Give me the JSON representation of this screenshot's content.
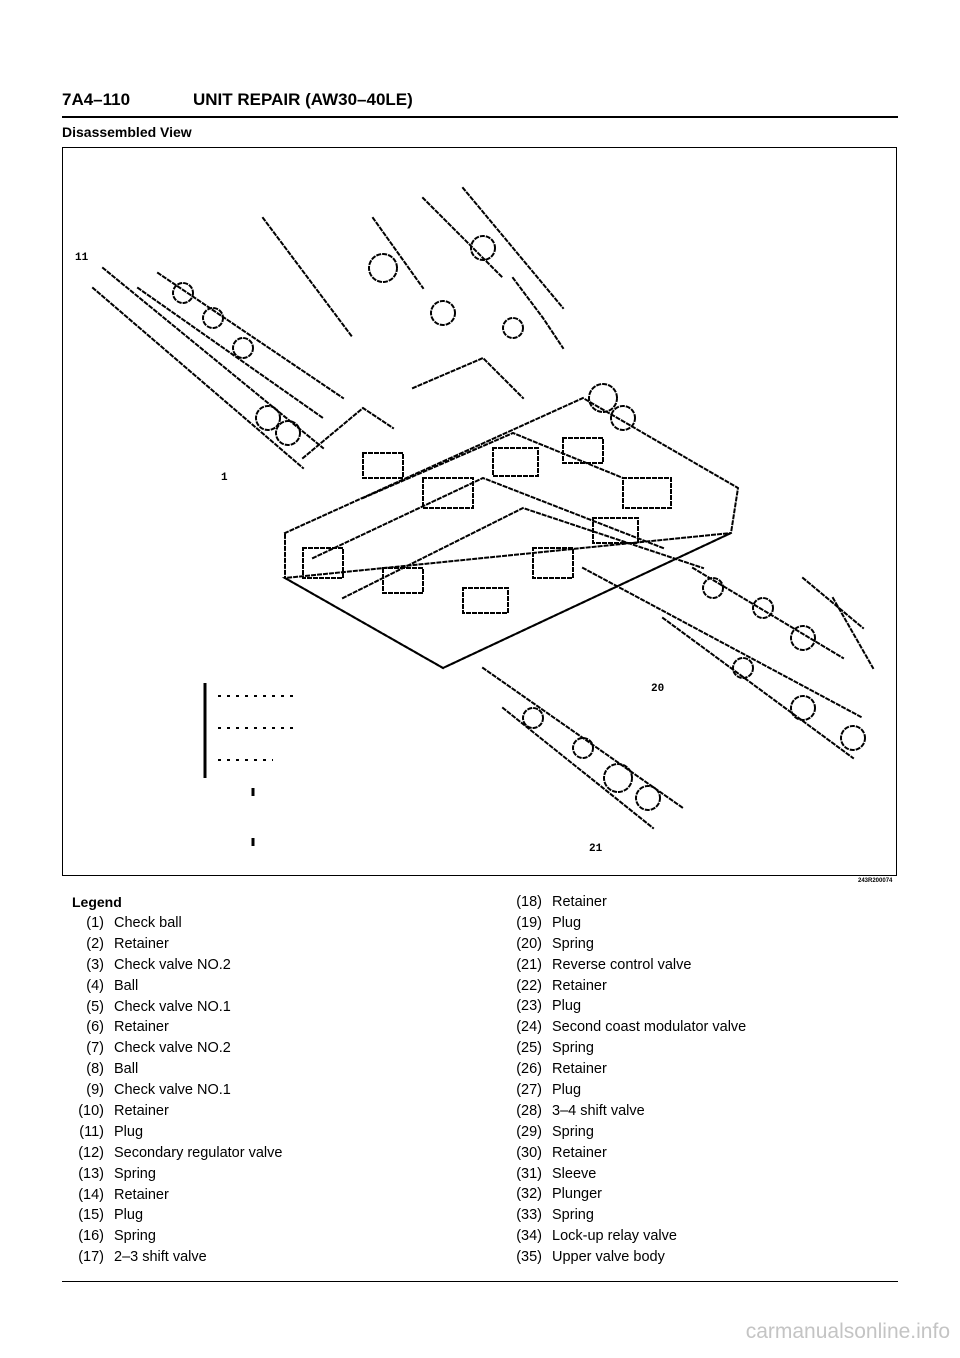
{
  "header": {
    "section_number": "7A4–110",
    "title": "UNIT REPAIR (AW30–40LE)"
  },
  "section_title": "Disassembled View",
  "figure": {
    "code": "243R200074",
    "callout_labels": [
      "1",
      "21",
      "20",
      "11"
    ]
  },
  "legend": {
    "heading": "Legend",
    "left": [
      {
        "num": "(1)",
        "text": "Check ball"
      },
      {
        "num": "(2)",
        "text": "Retainer"
      },
      {
        "num": "(3)",
        "text": "Check valve NO.2"
      },
      {
        "num": "(4)",
        "text": "Ball"
      },
      {
        "num": "(5)",
        "text": "Check valve NO.1"
      },
      {
        "num": "(6)",
        "text": "Retainer"
      },
      {
        "num": "(7)",
        "text": "Check valve NO.2"
      },
      {
        "num": "(8)",
        "text": "Ball"
      },
      {
        "num": "(9)",
        "text": "Check valve NO.1"
      },
      {
        "num": "(10)",
        "text": "Retainer"
      },
      {
        "num": "(11)",
        "text": "Plug"
      },
      {
        "num": "(12)",
        "text": "Secondary regulator valve"
      },
      {
        "num": "(13)",
        "text": "Spring"
      },
      {
        "num": "(14)",
        "text": "Retainer"
      },
      {
        "num": "(15)",
        "text": "Plug"
      },
      {
        "num": "(16)",
        "text": "Spring"
      },
      {
        "num": "(17)",
        "text": "2–3 shift valve"
      }
    ],
    "right": [
      {
        "num": "(18)",
        "text": "Retainer"
      },
      {
        "num": "(19)",
        "text": "Plug"
      },
      {
        "num": "(20)",
        "text": "Spring"
      },
      {
        "num": "(21)",
        "text": "Reverse control valve"
      },
      {
        "num": "(22)",
        "text": "Retainer"
      },
      {
        "num": "(23)",
        "text": "Plug"
      },
      {
        "num": "(24)",
        "text": "Second coast modulator valve"
      },
      {
        "num": "(25)",
        "text": "Spring"
      },
      {
        "num": "(26)",
        "text": "Retainer"
      },
      {
        "num": "(27)",
        "text": "Plug"
      },
      {
        "num": "(28)",
        "text": "3–4 shift valve"
      },
      {
        "num": "(29)",
        "text": "Spring"
      },
      {
        "num": "(30)",
        "text": "Retainer"
      },
      {
        "num": "(31)",
        "text": "Sleeve"
      },
      {
        "num": "(32)",
        "text": "Plunger"
      },
      {
        "num": "(33)",
        "text": "Spring"
      },
      {
        "num": "(34)",
        "text": "Lock-up relay valve"
      },
      {
        "num": "(35)",
        "text": "Upper valve body"
      }
    ]
  },
  "watermark": "carmanualsonline.info"
}
